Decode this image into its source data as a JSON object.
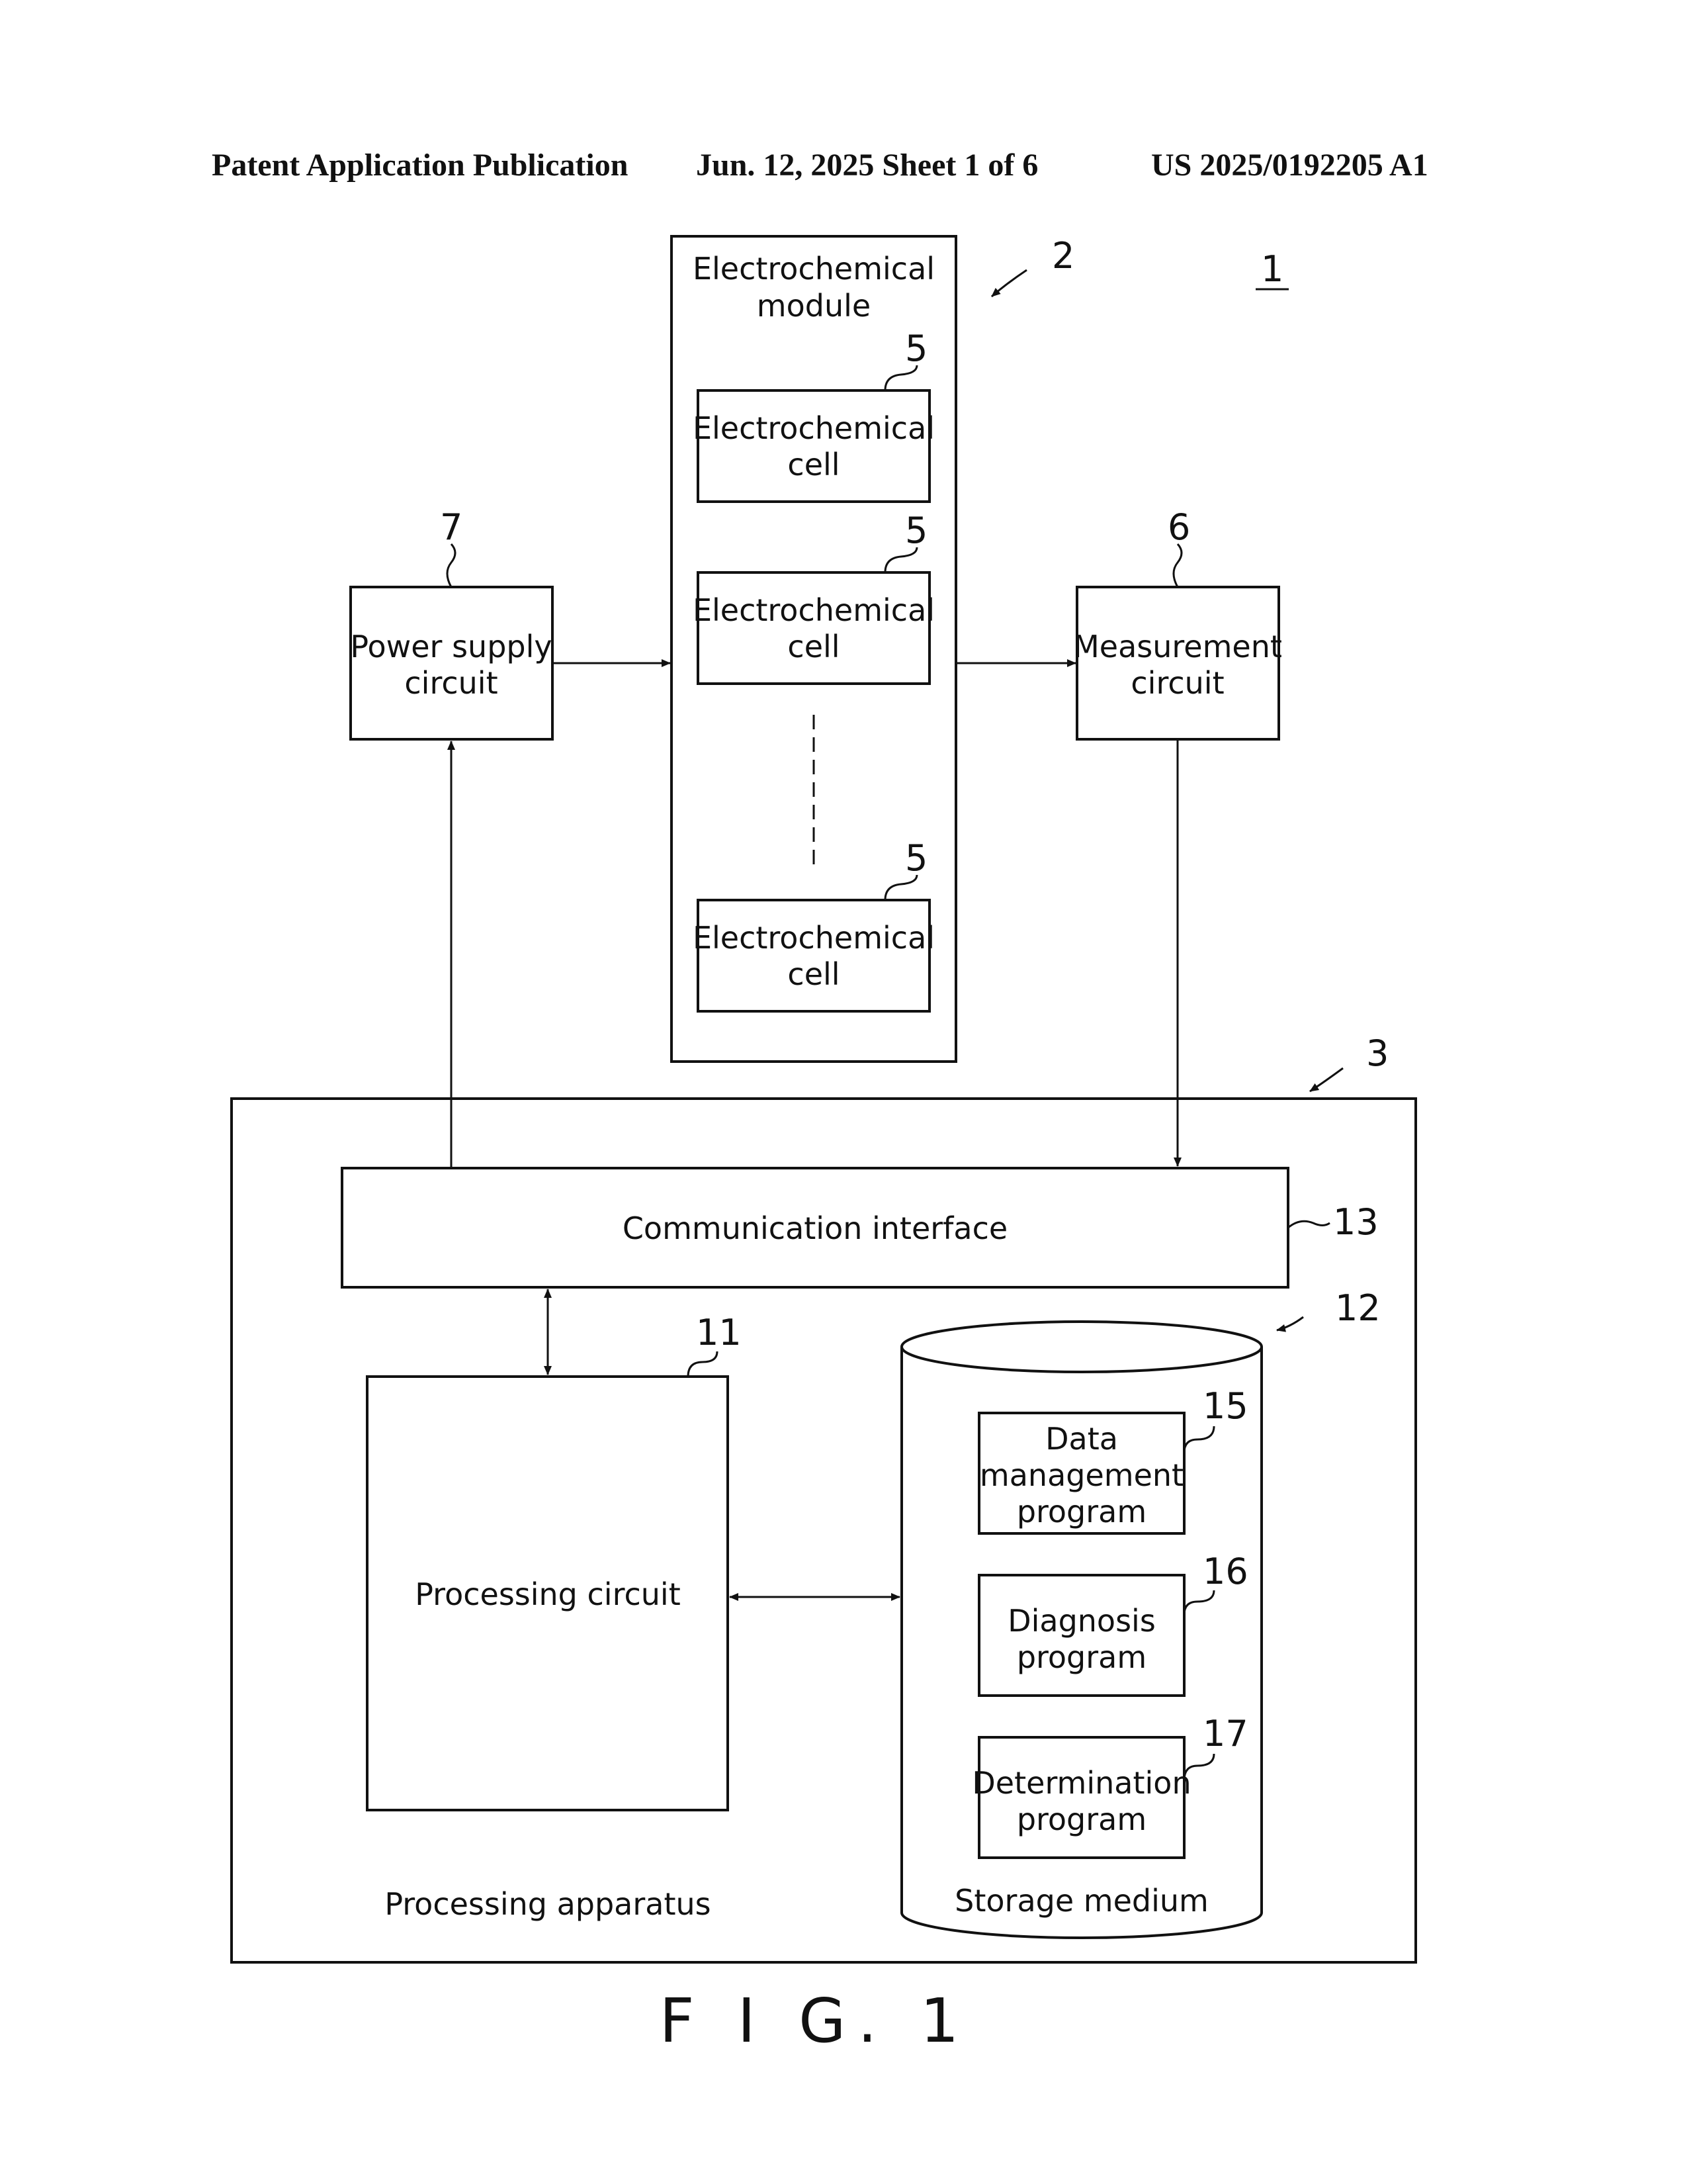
{
  "header": {
    "left": "Patent Application Publication",
    "center": "Jun. 12, 2025  Sheet 1 of 6",
    "right": "US 2025/0192205 A1"
  },
  "refs": {
    "system": "1",
    "module": "2",
    "apparatus": "3",
    "cell": "5",
    "measurement": "6",
    "power": "7",
    "processing": "11",
    "storage": "12",
    "comm": "13",
    "data_prog": "15",
    "diag_prog": "16",
    "det_prog": "17"
  },
  "labels": {
    "module_line1": "Electrochemical",
    "module_line2": "module",
    "cell_line1": "Electrochemical",
    "cell_line2": "cell",
    "power_line1": "Power supply",
    "power_line2": "circuit",
    "meas_line1": "Measurement",
    "meas_line2": "circuit",
    "comm": "Communication interface",
    "processing": "Processing circuit",
    "data_line1": "Data",
    "data_line2": "management",
    "data_line3": "program",
    "diag_line1": "Diagnosis",
    "diag_line2": "program",
    "det_line1": "Determination",
    "det_line2": "program",
    "apparatus": "Processing apparatus",
    "storage": "Storage medium"
  },
  "figure_caption": "F I G. 1"
}
